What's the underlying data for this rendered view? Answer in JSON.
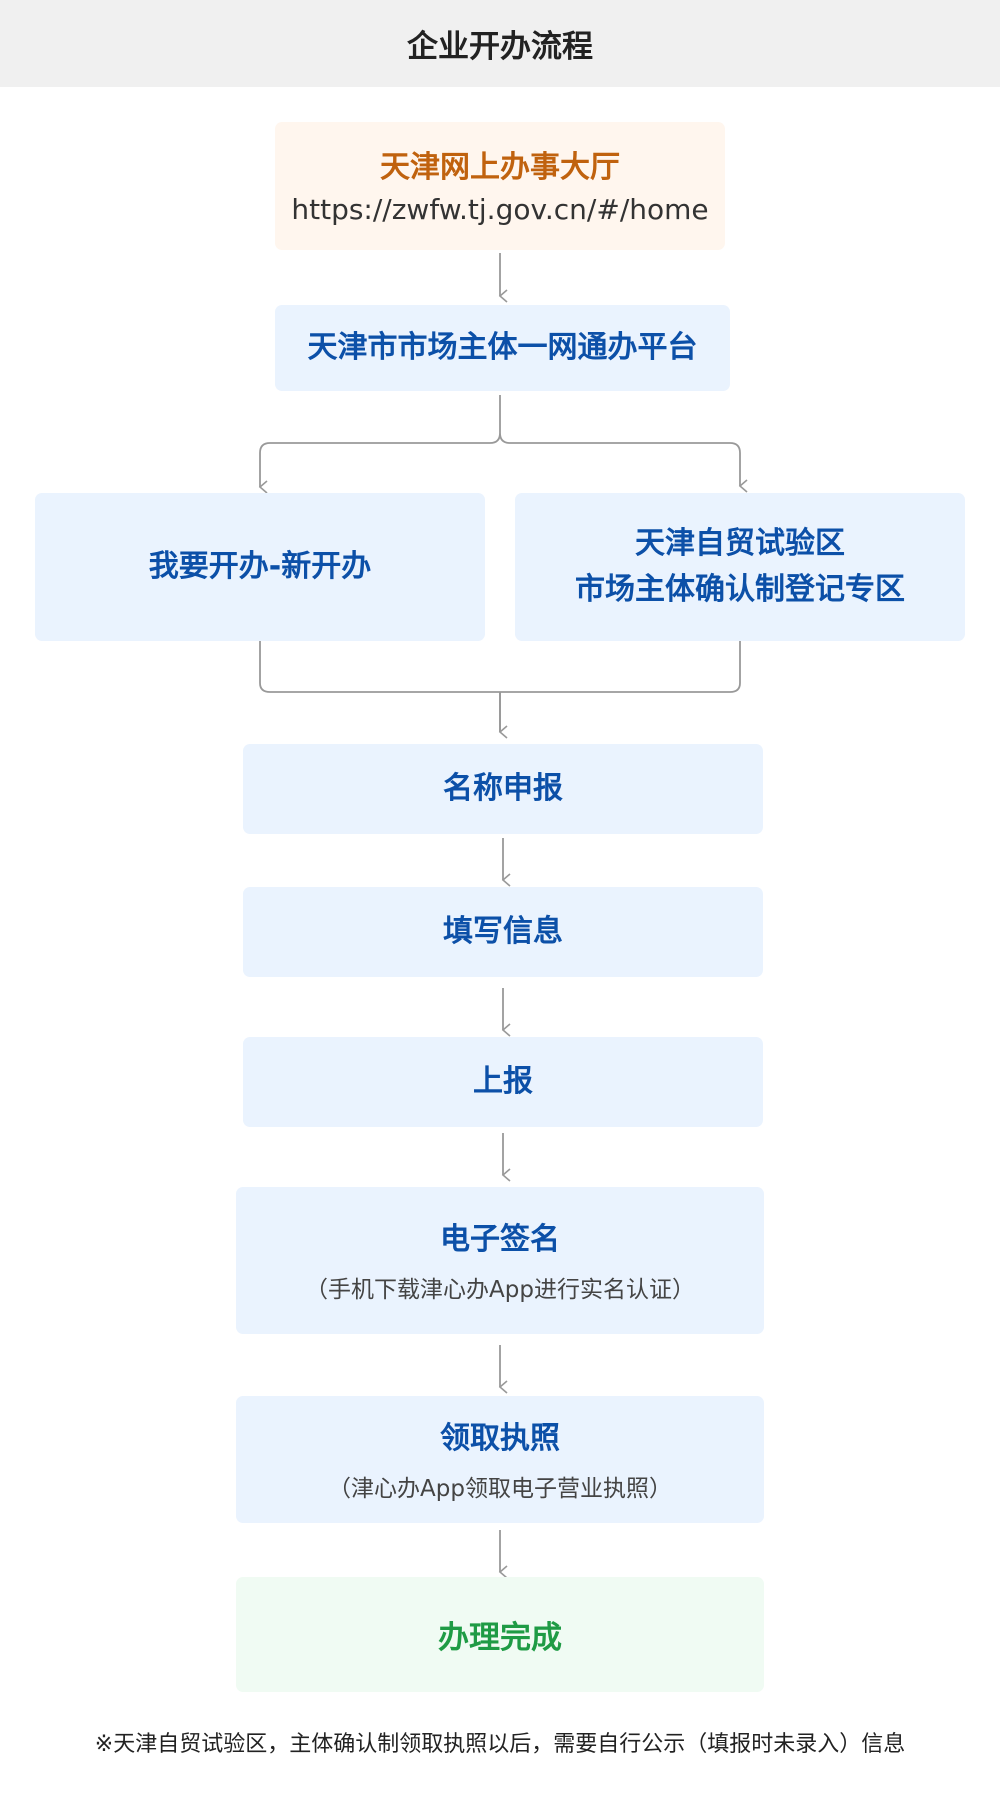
{
  "header": {
    "title": "企业开办流程"
  },
  "steps": {
    "hall": {
      "title": "天津网上办事大厅",
      "url": "https://zwfw.tj.gov.cn/#/home"
    },
    "platform": {
      "title": "天津市市场主体一网通办平台"
    },
    "new_business": {
      "title": "我要开办-新开办"
    },
    "ftz": {
      "line1": "天津自贸试验区",
      "line2": "市场主体确认制登记专区"
    },
    "name_declare": {
      "title": "名称申报"
    },
    "fill_info": {
      "title": "填写信息"
    },
    "submit": {
      "title": "上报"
    },
    "e_sign": {
      "title": "电子签名",
      "note": "（手机下载津心办App进行实名认证）"
    },
    "license": {
      "title": "领取执照",
      "note": "（津心办App领取电子营业执照）"
    },
    "done": {
      "title": "办理完成"
    }
  },
  "footnote": "※天津自贸试验区，主体确认制领取执照以后，需要自行公示（填报时未录入）信息",
  "colors": {
    "blue_text": "#0c50a8",
    "orange_text": "#c0620e",
    "green_text": "#1f9b45",
    "blue_box": "#eaf3fe",
    "orange_box": "#fff6ee",
    "green_box": "#f0fbf3",
    "connector": "#999999"
  }
}
